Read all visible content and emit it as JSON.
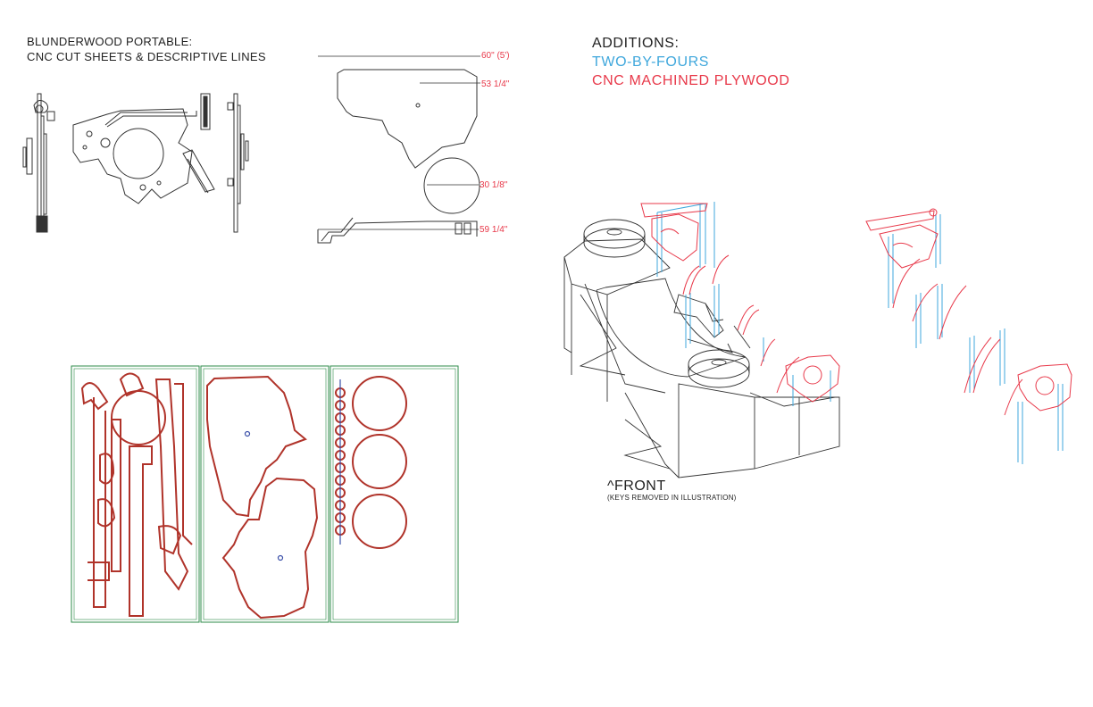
{
  "title": {
    "line1": "BLUNDERWOOD PORTABLE:",
    "line2": "CNC CUT SHEETS & DESCRIPTIVE LINES"
  },
  "dimensions": {
    "d1": "60\" (5')",
    "d2": "53 1/4\"",
    "d3": "30 1/8\"",
    "d4": "59 1/4\""
  },
  "legend": {
    "heading": "ADDITIONS:",
    "two_by_fours": "TWO-BY-FOURS",
    "plywood": "CNC MACHINED PLYWOOD"
  },
  "front_note": {
    "label": "^FRONT",
    "sub": "(KEYS REMOVED IN ILLUSTRATION)"
  },
  "colors": {
    "two_by_fours": "#3fa7dc",
    "plywood": "#e8394a",
    "dimension": "#e8394a",
    "cut_outline": "#b0332a",
    "sheet_border": "#2e8b4a",
    "line_art": "#333333"
  }
}
